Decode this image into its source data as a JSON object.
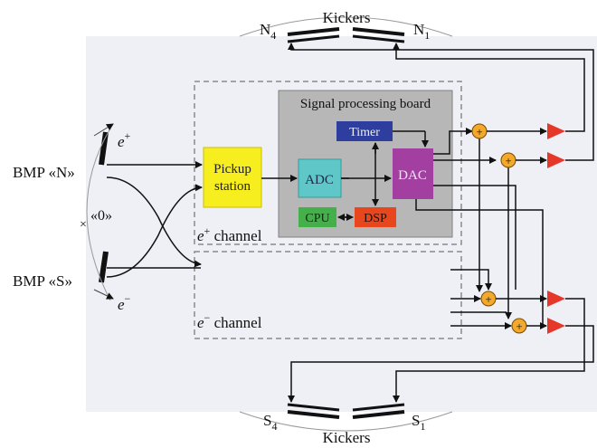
{
  "kickers_top": {
    "label": "Kickers",
    "left": "N",
    "left_sub": "4",
    "right": "N",
    "right_sub": "1"
  },
  "kickers_bottom": {
    "label": "Kickers",
    "left": "S",
    "left_sub": "4",
    "right": "S",
    "right_sub": "1"
  },
  "bpm_n": "BMP «N»",
  "bpm_s": "BMP «S»",
  "zero_mark": "«0»",
  "e_plus": {
    "base": "e",
    "sup": "+"
  },
  "e_minus": {
    "base": "e",
    "sup": "−"
  },
  "pickup_station": {
    "line1": "Pickup",
    "line2": "station"
  },
  "board_title": "Signal processing board",
  "timer": "Timer",
  "adc": "ADC",
  "dac": "DAC",
  "cpu": "CPU",
  "dsp": "DSP",
  "channel_plus": {
    "base": "e",
    "sup": "+",
    "rest": " channel"
  },
  "channel_minus": {
    "base": "e",
    "sup": "−",
    "rest": " channel"
  },
  "summer_symbol": "+",
  "colors": {
    "pickup": "#f6ee1e",
    "board": "#b7b7b7",
    "timer": "#2d3e9e",
    "adc": "#5fc7c7",
    "dac": "#a23fa0",
    "cpu": "#44b04a",
    "dsp": "#e8471d",
    "summer": "#f3a92c",
    "amplifier": "#e5382a",
    "background_band": "#eef0f6"
  }
}
